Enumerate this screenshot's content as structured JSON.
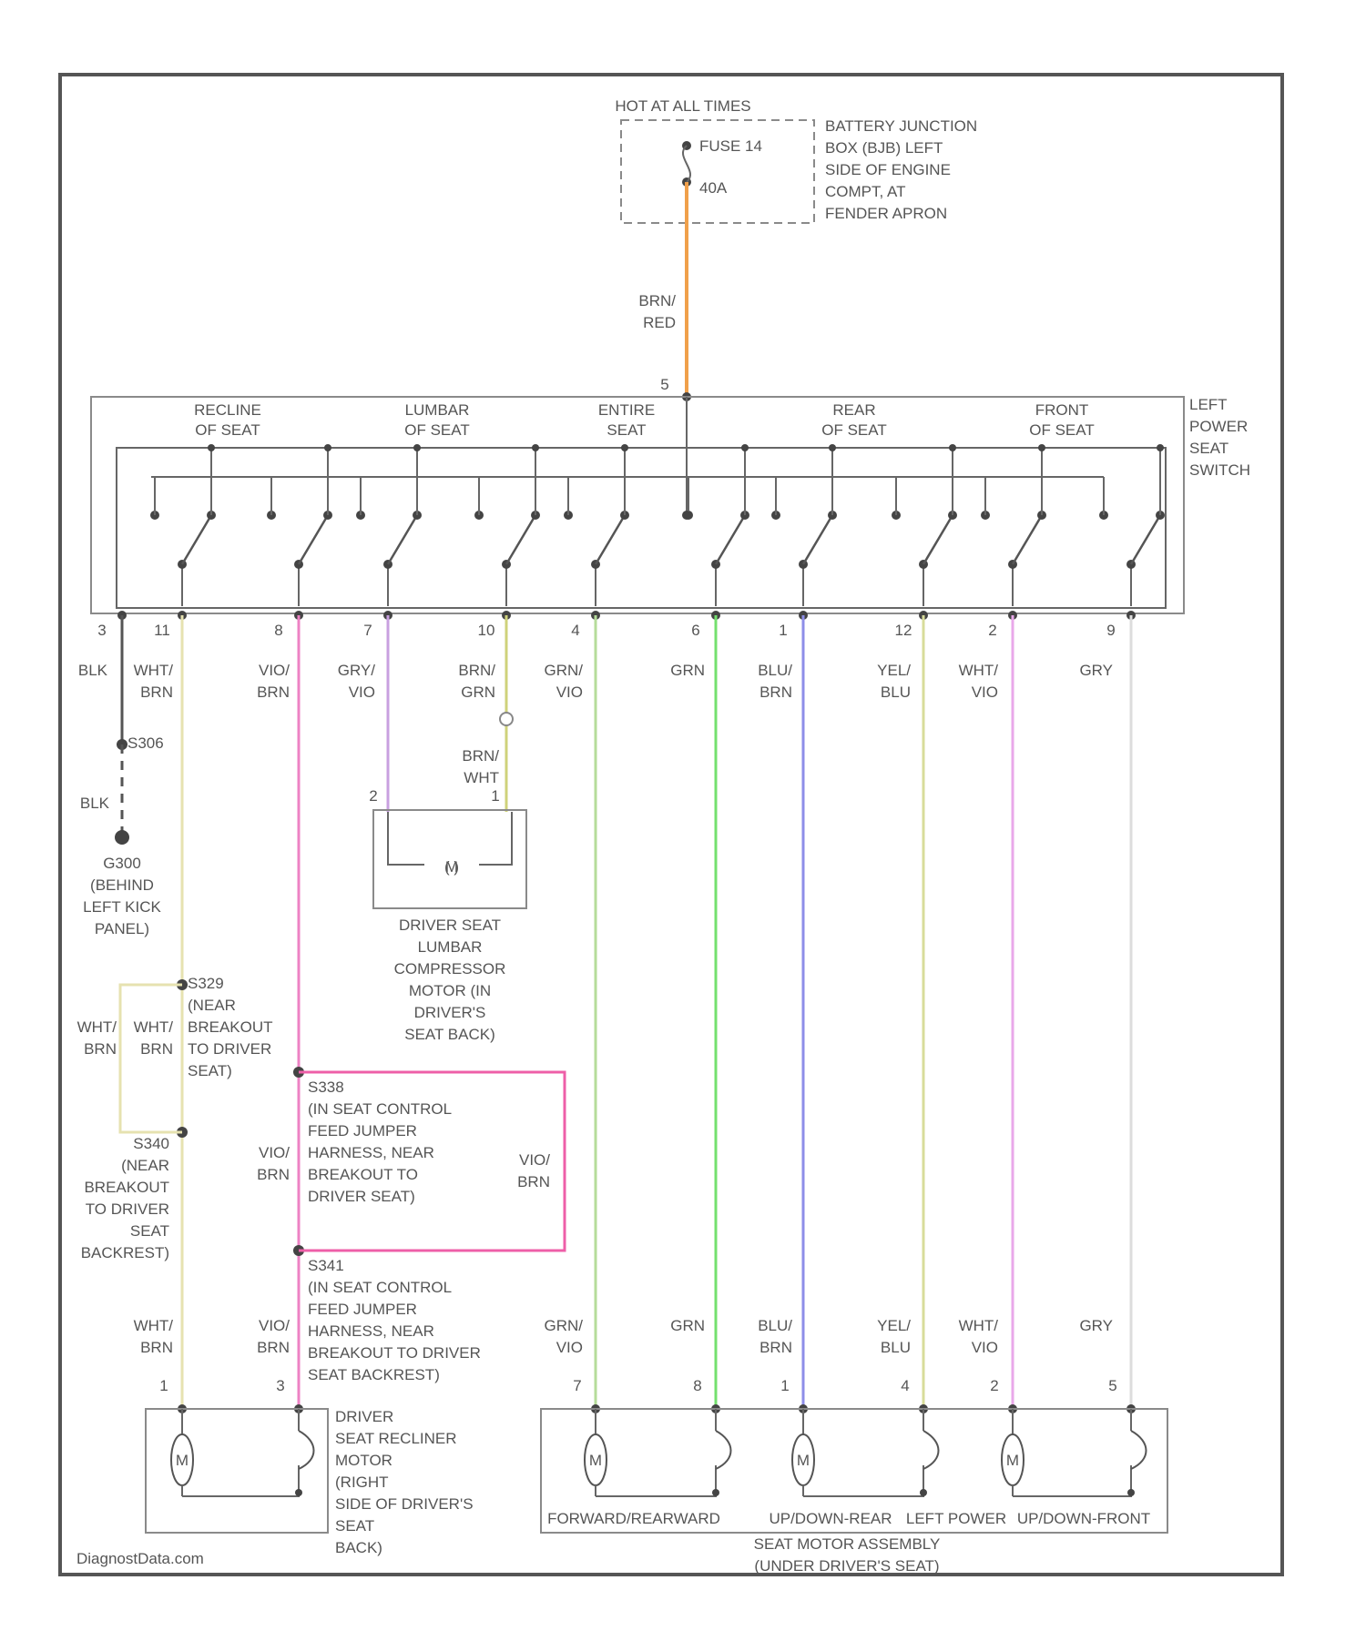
{
  "source_label": "HOT AT ALL TIMES",
  "battery_junction": {
    "lines": [
      "BATTERY JUNCTION",
      "BOX (BJB) LEFT",
      "SIDE OF ENGINE",
      "COMPT, AT",
      "FENDER APRON"
    ],
    "fuse_label": "FUSE 14",
    "fuse_rating": "40A"
  },
  "feed_wire": {
    "color_lines": [
      "BRN/",
      "RED"
    ],
    "pin": "5",
    "hex": "#f0a04b"
  },
  "switch": {
    "name_lines": [
      "LEFT",
      "POWER",
      "SEAT",
      "SWITCH"
    ],
    "groups": [
      [
        "RECLINE",
        "OF SEAT"
      ],
      [
        "LUMBAR",
        "OF SEAT"
      ],
      [
        "ENTIRE",
        "SEAT"
      ],
      [
        "REAR",
        "OF SEAT"
      ],
      [
        "FRONT",
        "OF SEAT"
      ]
    ]
  },
  "switch_pins": [
    "3",
    "11",
    "8",
    "7",
    "10",
    "4",
    "6",
    "1",
    "12",
    "2",
    "9"
  ],
  "wires_top": [
    [
      "BLK"
    ],
    [
      "WHT/",
      "BRN"
    ],
    [
      "VIO/",
      "BRN"
    ],
    [
      "GRY/",
      "VIO"
    ],
    [
      "BRN/",
      "GRN"
    ],
    [
      "GRN/",
      "VIO"
    ],
    [
      "GRN"
    ],
    [
      "BLU/",
      "BRN"
    ],
    [
      "YEL/",
      "BLU"
    ],
    [
      "WHT/",
      "VIO"
    ],
    [
      "GRY"
    ]
  ],
  "wire_colors": {
    "blk": "#555555",
    "wht_brn": "#e6e2b0",
    "vio_brn": "#ee82c4",
    "gry_vio": "#c9a0e0",
    "brn_grn": "#cfd27a",
    "grn_vio": "#b6dc9a",
    "grn": "#74e06e",
    "blu_brn": "#8e8ee8",
    "yel_blu": "#d8dc9a",
    "wht_vio": "#e9a8ea",
    "gry": "#dddddd"
  },
  "ground": {
    "splice": "S306",
    "wire": "BLK",
    "lines": [
      "G300",
      "(BEHIND",
      "LEFT KICK",
      "PANEL)"
    ]
  },
  "lumbar": {
    "connector_wire": [
      "BRN/",
      "WHT"
    ],
    "pin_left": "2",
    "pin_right": "1",
    "motor_symbol": "M",
    "lines": [
      "DRIVER SEAT",
      "LUMBAR",
      "COMPRESSOR",
      "MOTOR (IN",
      "DRIVER'S",
      "SEAT BACK)"
    ]
  },
  "splice_s329": {
    "lines": [
      "S329",
      "(NEAR",
      "BREAKOUT",
      "TO DRIVER",
      "SEAT)"
    ],
    "wire_left": [
      "WHT/",
      "BRN"
    ],
    "wire_right": [
      "WHT/",
      "BRN"
    ]
  },
  "splice_s340": {
    "lines": [
      "S340",
      "(NEAR",
      "BREAKOUT",
      "TO DRIVER",
      "SEAT",
      "BACKREST)"
    ]
  },
  "splice_s338": {
    "lines": [
      "S338",
      "(IN SEAT CONTROL",
      "FEED JUMPER",
      "HARNESS, NEAR",
      "BREAKOUT TO",
      "DRIVER SEAT)"
    ],
    "wire_left": [
      "VIO/",
      "BRN"
    ],
    "wire_right": [
      "VIO/",
      "BRN"
    ],
    "hex": "#ee5fa8"
  },
  "splice_s341": {
    "lines": [
      "S341",
      "(IN SEAT CONTROL",
      "FEED JUMPER",
      "HARNESS, NEAR",
      "BREAKOUT TO DRIVER",
      "SEAT BACKREST)"
    ]
  },
  "wires_bottom": [
    [
      "WHT/",
      "BRN"
    ],
    [
      "VIO/",
      "BRN"
    ],
    [
      "GRN/",
      "VIO"
    ],
    [
      "GRN"
    ],
    [
      "BLU/",
      "BRN"
    ],
    [
      "YEL/",
      "BLU"
    ],
    [
      "WHT/",
      "VIO"
    ],
    [
      "GRY"
    ]
  ],
  "bottom_pins": [
    "1",
    "3",
    "7",
    "8",
    "1",
    "4",
    "2",
    "5"
  ],
  "recliner": {
    "motor_symbol": "M",
    "lines": [
      "DRIVER",
      "SEAT RECLINER",
      "MOTOR",
      "(RIGHT",
      "SIDE OF DRIVER'S",
      "SEAT",
      "BACK)"
    ]
  },
  "seat_motor": {
    "motor_symbol": "M",
    "captions": [
      "FORWARD/REARWARD",
      "UP/DOWN-REAR",
      "LEFT POWER",
      "UP/DOWN-FRONT"
    ],
    "lines": [
      "SEAT MOTOR ASSEMBLY",
      "(UNDER DRIVER'S SEAT)"
    ]
  },
  "watermark": "DiagnostData.com"
}
